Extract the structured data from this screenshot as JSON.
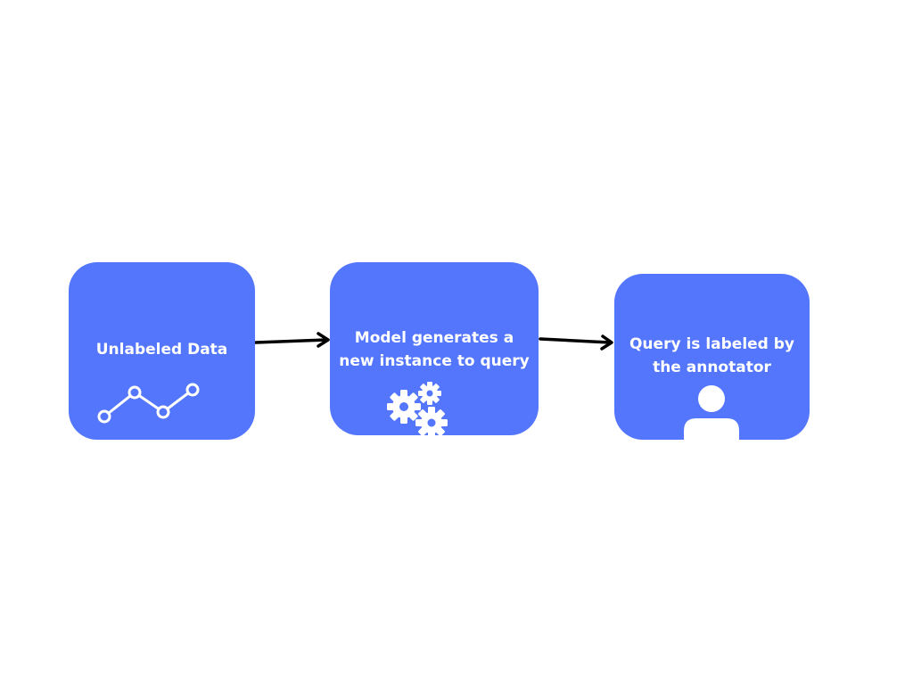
{
  "colors": {
    "node_fill": "#5476fc",
    "arrow": "#000000",
    "icon": "#ffffff"
  },
  "nodes": [
    {
      "label": "Unlabeled Data",
      "icon": "line-chart-icon"
    },
    {
      "label": "Model generates a new instance to query",
      "icon": "gears-icon"
    },
    {
      "label": "Query is labeled by the annotator",
      "icon": "person-icon"
    }
  ],
  "edges": [
    {
      "from": 0,
      "to": 1
    },
    {
      "from": 1,
      "to": 2
    }
  ]
}
